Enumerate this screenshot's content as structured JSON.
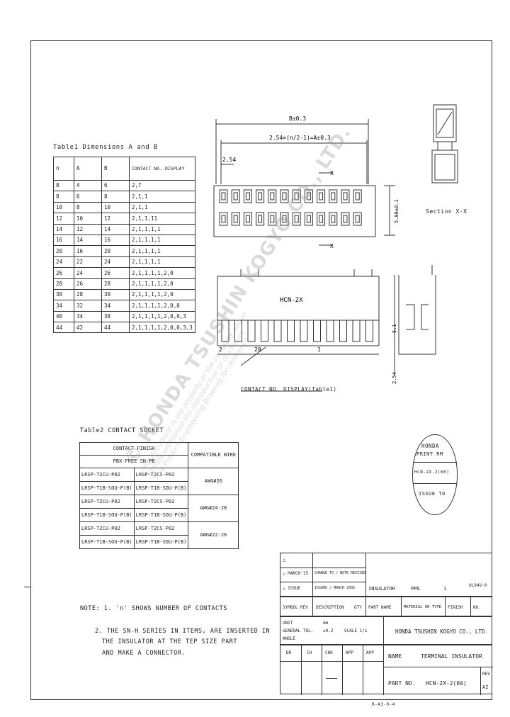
{
  "dim_table": {
    "title": "Table1 Dimensions A and B",
    "headers": [
      "n",
      "A",
      "B",
      "CONTACT NO. DISPLAY"
    ],
    "rows": [
      [
        "8",
        "4",
        "6",
        "2,7"
      ],
      [
        "8",
        "6",
        "8",
        "2,1,1"
      ],
      [
        "10",
        "8",
        "10",
        "2,1,1"
      ],
      [
        "12",
        "10",
        "12",
        "2,1,1,11"
      ],
      [
        "14",
        "12",
        "14",
        "2,1,1,1,1"
      ],
      [
        "16",
        "14",
        "16",
        "2,1,1,1,1"
      ],
      [
        "20",
        "16",
        "20",
        "2,1,1,1,1"
      ],
      [
        "24",
        "22",
        "24",
        "2,1,1,1,1"
      ],
      [
        "26",
        "24",
        "26",
        "2,1,1,1,1,2,0"
      ],
      [
        "28",
        "26",
        "28",
        "2,1,1,1,1,2,0"
      ],
      [
        "30",
        "28",
        "30",
        "2,1,1,1,1,2,0"
      ],
      [
        "34",
        "32",
        "34",
        "2,1,1,1,1,2,0,0"
      ],
      [
        "40",
        "34",
        "38",
        "2,1,1,1,1,2,0,0,3"
      ],
      [
        "44",
        "42",
        "44",
        "2,1,1,1,1,2,0,0,3,3"
      ]
    ]
  },
  "socket_table": {
    "title": "Table2 CONTACT SOCKET",
    "header1": "CONTACT FINISH",
    "header_compat": "COMPATIBLE WIRE",
    "header_sub": "PBX-FREE  SN-PB",
    "rows": [
      [
        "LRSP-T2CU-P02",
        "LRSP-T2CS-P02"
      ],
      [
        "LRSP-T1B-SOU-P(B)",
        "LRSP-T1B-SOU-P(B)"
      ],
      [
        "LRSP-T2CU-P02",
        "LRSP-T2CS-P02"
      ],
      [
        "LRSP-T1B-SOU-P(B)",
        "LRSP-T1B-SOU-P(B)"
      ],
      [
        "LRSP-T2CU-P02",
        "LRSP-T2CS-P02"
      ],
      [
        "LRSP-T1B-SOU-P(B)",
        "LRSP-T1B-SOU-P(B)"
      ]
    ],
    "wires": [
      "AWG#26",
      "AWG#24-28",
      "AWG#22-26"
    ]
  },
  "top_view": {
    "dim_b": "B±0.3",
    "dim_a": "2.54×(n/2-1)=A±0.3",
    "dim_pitch": "2.54",
    "section_mark": "X",
    "side_dim": "5.08±0.1"
  },
  "front_view": {
    "part_label": "HCN-2X",
    "pin_labels": [
      "2",
      "20",
      "1"
    ],
    "side_dims": [
      "5.1",
      "2.54"
    ],
    "callout": "CONTACT NO. DISPLAY(Table1)"
  },
  "section_label": "Section X-X",
  "stamp": {
    "line1": "HONDA",
    "line2": "PRINT RM",
    "line3": "HCN-2X-2(60)",
    "line4": "ISSUE  TO"
  },
  "notes": {
    "title": "NOTE: 1. 'n' SHOWS NUMBER OF CONTACTS",
    "line2": "2. THE SN-H SERIES IN ITEMS, ARE INSERTED IN",
    "line3": "THE INSULATOR AT THE TEP SIZE PART",
    "line4": "AND MAKE A CONNECTOR."
  },
  "revisions": {
    "r1_mark": "△",
    "r2_mark": "△ MARCH'15",
    "r3_mark": "△ ISSUE",
    "r2_text": "CHANGE TO / NOTE REVISED",
    "r3_text": "ISSUED / MARCH 2005"
  },
  "title_block": {
    "item_label": "INSULATOR",
    "item_material": "PPO",
    "item_qty": "1",
    "item_finish": "UL94V-0",
    "hdr_symbol": "SYMBOL",
    "hdr_rev": "REV",
    "hdr_description": "DESCRIPTION",
    "hdr_qty": "QTY",
    "hdr_part_name": "PART NAME",
    "hdr_material": "MATERIAL OR TYPE",
    "hdr_finish": "FINISH",
    "hdr_no": "NO.",
    "tol_label": "UNIT",
    "tol_general": "GENERAL TOL.",
    "tol_mm": "mm",
    "tol_scale": "SCALE 1/1",
    "tol_ang": "±0.2",
    "tol_angle": "ANGLE",
    "company": "HONDA TSUSHIN KOGYO CO., LTD.",
    "roles": [
      "DR",
      "CH",
      "CHK",
      "APP",
      "APP"
    ],
    "name_label": "NAME",
    "name_value": "TERMINAL INSULATOR",
    "partno_label": "PART NO.",
    "partno_value": "HCN-2X-2(60)",
    "rev_label": "REV",
    "rev_value": "A2",
    "footer_code": "R-A3-0-4"
  },
  "watermark": {
    "big": "© HONDA TSUSHIN KOGYO CO., LTD.",
    "small1": "This document is the property of the company above",
    "small2": "Strictly prohibited the reproduction or disclosure",
    "small3": "This Product Engineering Drawing for reference"
  }
}
